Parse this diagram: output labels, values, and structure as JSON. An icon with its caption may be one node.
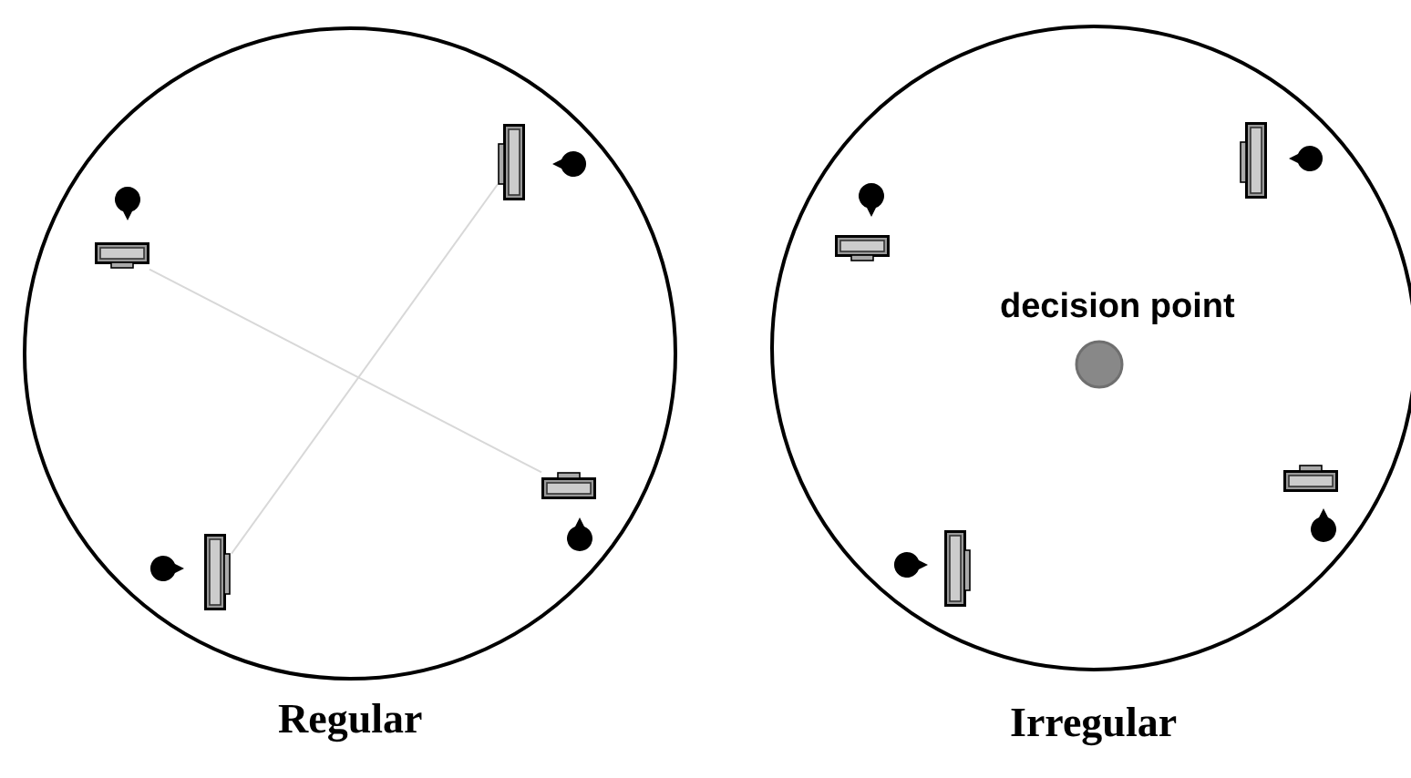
{
  "diagram": {
    "nodes": [
      {
        "text": [
          "Regular"
        ]
      },
      {
        "text": [],
        "shape": "box",
        "in": 0
      },
      {
        "text": [],
        "shape": "box",
        "in": 0
      },
      {
        "text": [],
        "shape": "box",
        "in": 0
      },
      {
        "text": [],
        "shape": "box",
        "in": 0
      },
      {
        "text": [
          "Irregular"
        ]
      },
      {
        "text": [],
        "shape": "box",
        "in": 5
      },
      {
        "text": [],
        "shape": "box",
        "in": 5
      },
      {
        "text": [
          "decision point"
        ],
        "in": 5
      },
      {
        "text": [],
        "shape": "box",
        "in": 5
      },
      {
        "text": [],
        "shape": "box",
        "in": 5
      }
    ],
    "edges": [
      {
        "from": 2,
        "to": 3,
        "arrow": "none"
      },
      {
        "from": 1,
        "to": 4,
        "arrow": "none"
      }
    ]
  }
}
